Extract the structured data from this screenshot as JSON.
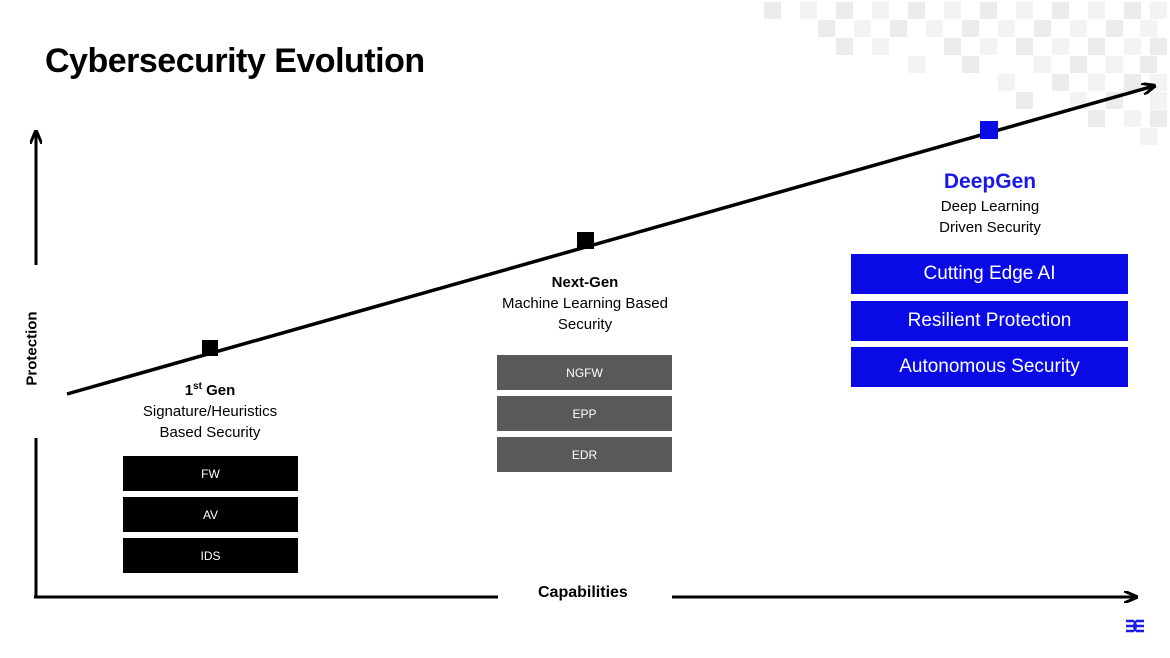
{
  "title": "Cybersecurity Evolution",
  "axes": {
    "x_label": "Capabilities",
    "y_label": "Protection"
  },
  "generations": [
    {
      "name": "1",
      "name_sup": "st",
      "name_rest": " Gen",
      "line1": "Signature/Heuristics",
      "line2": "Based Security",
      "boxes": [
        "FW",
        "AV",
        "IDS"
      ]
    },
    {
      "name": "Next-Gen",
      "line1": "Machine Learning Based",
      "line2": "Security",
      "boxes": [
        "NGFW",
        "EPP",
        "EDR"
      ]
    },
    {
      "name": "DeepGen",
      "line1": "Deep Learning",
      "line2": "Driven Security",
      "boxes": [
        "Cutting Edge AI",
        "Resilient Protection",
        "Autonomous Security"
      ]
    }
  ],
  "colors": {
    "accent_blue": "#0a0ae6",
    "box_black": "#000000",
    "box_gray": "#595959"
  },
  "logo_icon": "brand-logo-icon"
}
